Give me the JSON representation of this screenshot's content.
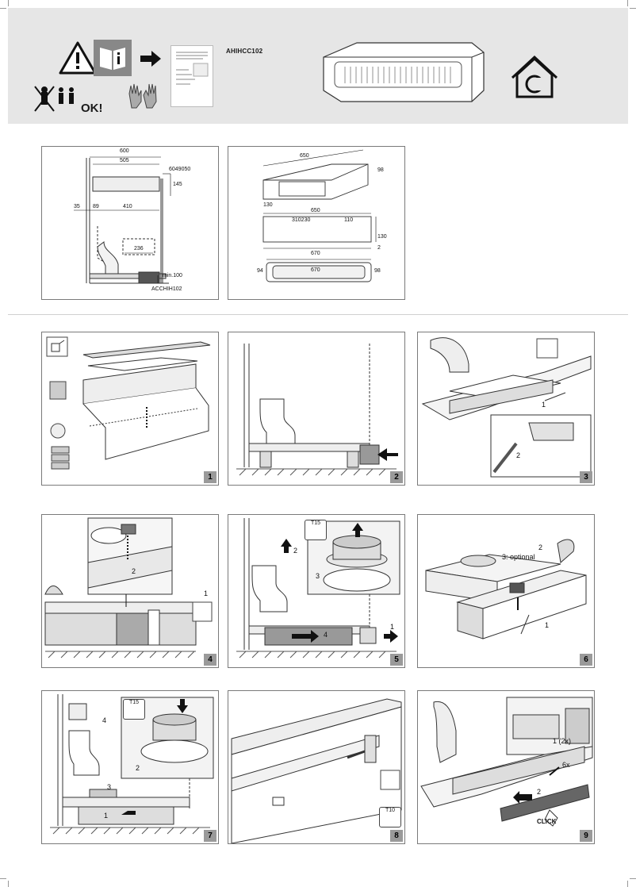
{
  "header": {
    "model": "AHIHCC102",
    "ok_text": "OK!",
    "icons": [
      "warning-triangle-icon",
      "read-manual-icon",
      "arrow-right-icon",
      "no-single-person-icon",
      "two-persons-icon",
      "gloves-icon",
      "indoor-use-house-icon"
    ]
  },
  "dimensions_left": {
    "labels": [
      "600",
      "505",
      "6049050",
      "145",
      "35",
      "89",
      "410",
      "236",
      "min.100",
      "ACCHIH102"
    ]
  },
  "dimensions_right": {
    "labels": [
      "650",
      "98",
      "130",
      "650",
      "310230",
      "110",
      "130",
      "2",
      "670",
      "670",
      "94",
      "98"
    ]
  },
  "steps": [
    {
      "number": "1"
    },
    {
      "number": "2"
    },
    {
      "number": "3",
      "callouts": [
        "1",
        "2"
      ]
    },
    {
      "number": "4",
      "callouts": [
        "2",
        "1"
      ]
    },
    {
      "number": "5",
      "tool": "T15",
      "callouts": [
        "2",
        "3",
        "4",
        "1"
      ]
    },
    {
      "number": "6",
      "callouts": [
        "2",
        "3: optional",
        "1"
      ]
    },
    {
      "number": "7",
      "tool": "T15",
      "callouts": [
        "4",
        "2",
        "3",
        "1"
      ]
    },
    {
      "number": "8",
      "tool": "T10"
    },
    {
      "number": "9",
      "callouts": [
        "1 (2x)",
        "6x",
        "2",
        "CLICK"
      ]
    }
  ]
}
